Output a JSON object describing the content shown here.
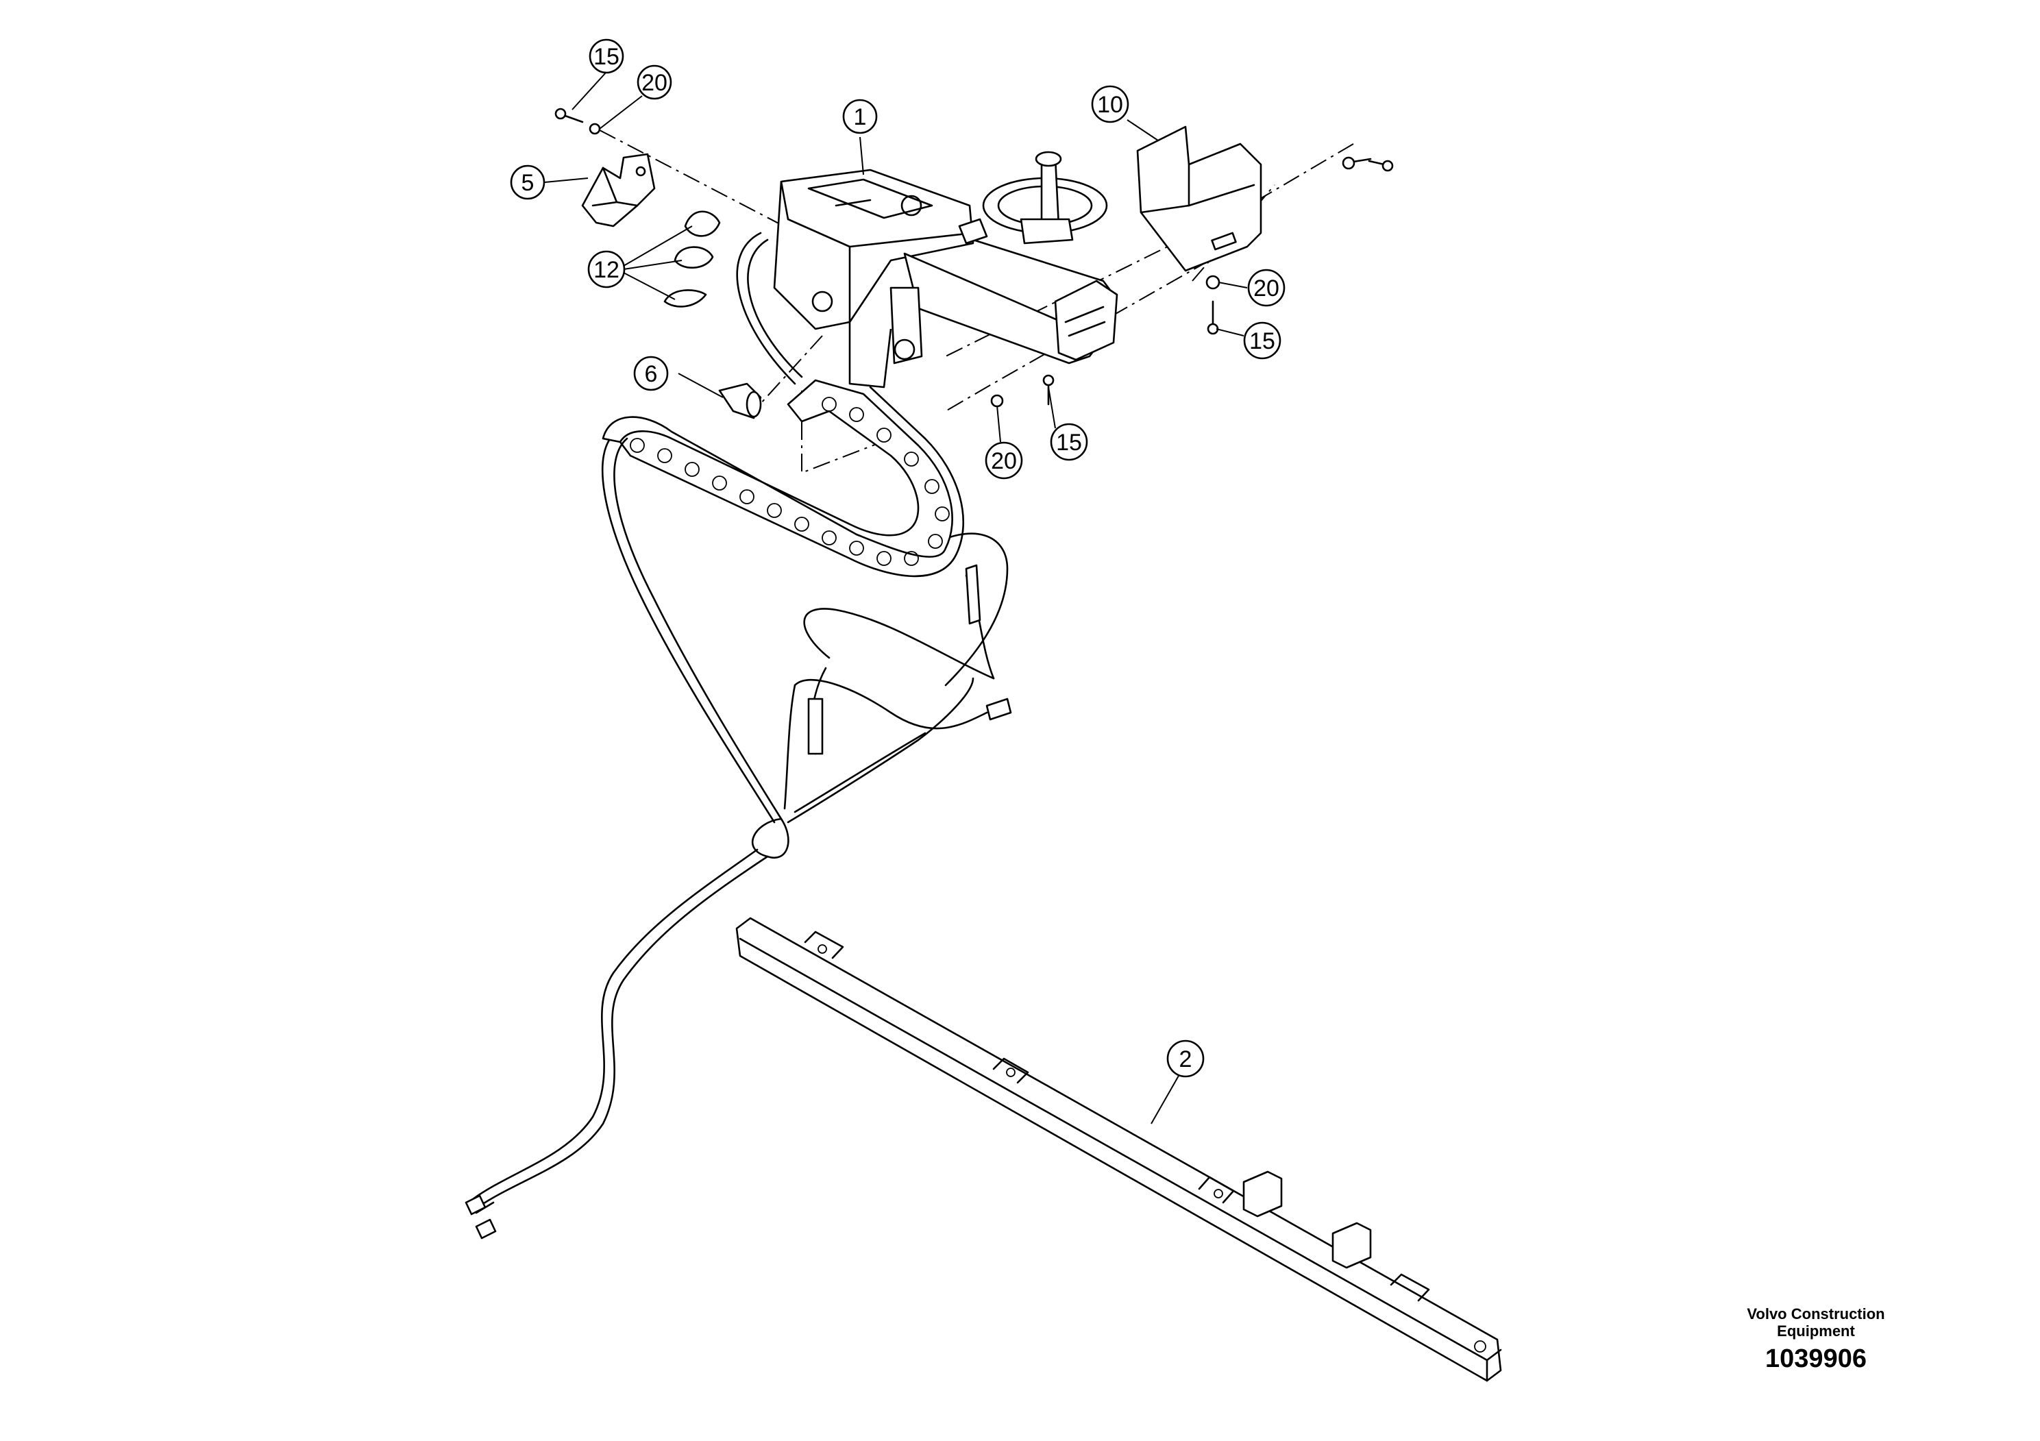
{
  "callouts": [
    {
      "id": "c15a",
      "label": "15"
    },
    {
      "id": "c20a",
      "label": "20"
    },
    {
      "id": "c5",
      "label": "5"
    },
    {
      "id": "c1",
      "label": "1"
    },
    {
      "id": "c12",
      "label": "12"
    },
    {
      "id": "c10",
      "label": "10"
    },
    {
      "id": "c20b",
      "label": "20"
    },
    {
      "id": "c15b",
      "label": "15"
    },
    {
      "id": "c6",
      "label": "6"
    },
    {
      "id": "c20c",
      "label": "20"
    },
    {
      "id": "c15c",
      "label": "15"
    },
    {
      "id": "c2",
      "label": "2"
    }
  ],
  "brand": {
    "line1": "Volvo Construction",
    "line2": "Equipment",
    "drawing_number": "1039906"
  }
}
